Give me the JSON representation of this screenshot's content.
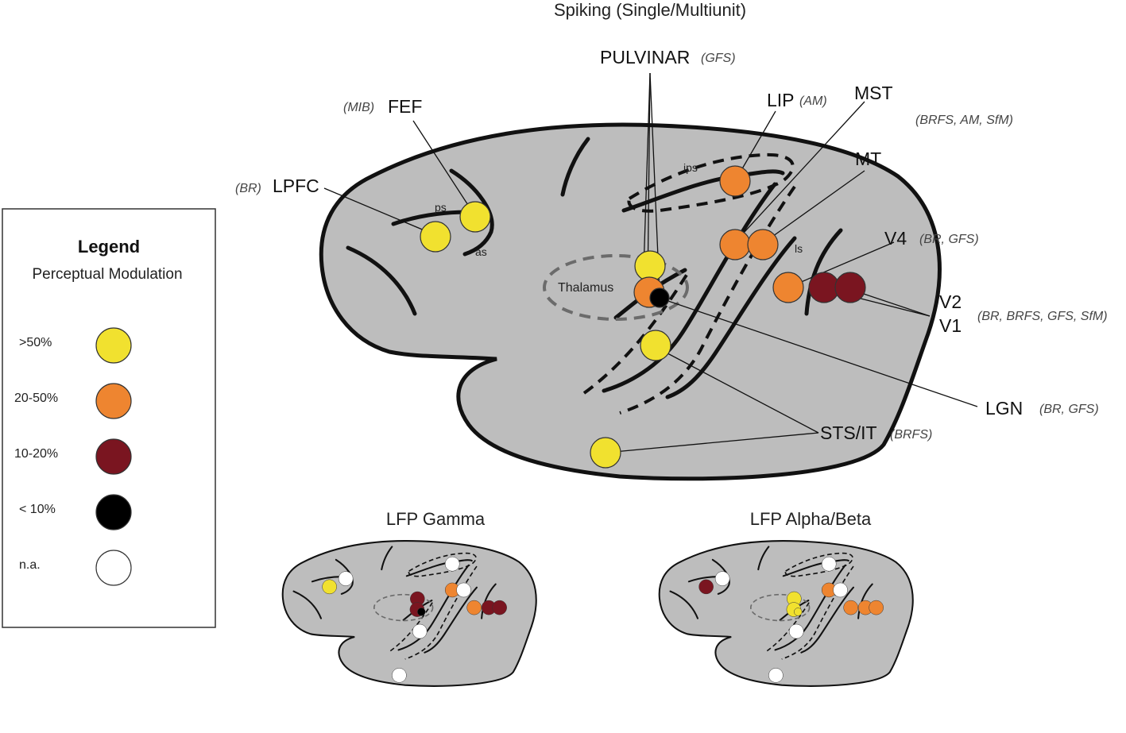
{
  "titles": {
    "spiking": "Spiking (Single/Multiunit)",
    "gamma": "LFP Gamma",
    "alpha_beta": "LFP Alpha/Beta"
  },
  "legend": {
    "title": "Legend",
    "subtitle": "Perceptual Modulation",
    "items": [
      {
        "label": ">50%",
        "color": "#f1e12f"
      },
      {
        "label": "20-50%",
        "color": "#ee8530"
      },
      {
        "label": "10-20%",
        "color": "#7a1520"
      },
      {
        "label": "< 10%",
        "color": "#000000"
      },
      {
        "label": "n.a.",
        "color": "#ffffff"
      }
    ]
  },
  "regions": {
    "pulvinar": {
      "name": "PULVINAR",
      "paradigm": "(GFS)"
    },
    "fef": {
      "name": "FEF",
      "paradigm": "(MIB)"
    },
    "lpfc": {
      "name": "LPFC",
      "paradigm": "(BR)"
    },
    "lip": {
      "name": "LIP",
      "paradigm": "(AM)"
    },
    "mst": {
      "name": "MST",
      "paradigm": "(BRFS, AM, SfM)"
    },
    "mt": {
      "name": "MT"
    },
    "v4": {
      "name": "V4",
      "paradigm": "(BR, GFS)"
    },
    "v2": {
      "name": "V2"
    },
    "v1": {
      "name": "V1",
      "paradigm": "(BR, BRFS, GFS, SfM)"
    },
    "lgn": {
      "name": "LGN",
      "paradigm": "(BR, GFS)"
    },
    "sts_it": {
      "name": "STS/IT",
      "paradigm": "(BRFS)"
    }
  },
  "sulcus_labels": {
    "ps": "ps",
    "as": "as",
    "ips": "ips",
    "ls": "ls",
    "thalamus": "Thalamus"
  },
  "colors": {
    "brain": "#bdbdbd",
    "outline": "#111111",
    "thalamus_dash": "#6b6b6b"
  },
  "maps": {
    "spiking": {
      "lpfc": ">50%",
      "fef": ">50%",
      "pulvinar": ">50%",
      "pulvinar_2": "20-50%",
      "lgn": "< 10%",
      "lip": "20-50%",
      "mst": "20-50%",
      "mt": "20-50%",
      "v4": "20-50%",
      "v2": "10-20%",
      "v1": "10-20%",
      "sts": ">50%",
      "it": ">50%"
    },
    "gamma": {
      "lpfc": ">50%",
      "fef": "n.a.",
      "pulvinar": "10-20%",
      "pulvinar_2": "10-20%",
      "lgn": "< 10%",
      "lip": "n.a.",
      "mst": "20-50%",
      "mt": "n.a.",
      "v4": "20-50%",
      "v2": "10-20%",
      "v1": "10-20%",
      "sts": "n.a.",
      "it": "n.a."
    },
    "alpha_beta": {
      "lpfc": "10-20%",
      "fef": "n.a.",
      "pulvinar": ">50%",
      "pulvinar_2": ">50%",
      "lgn": ">50%",
      "lip": "n.a.",
      "mst": "20-50%",
      "mt": "n.a.",
      "v4": "20-50%",
      "v2": "20-50%",
      "v1": "20-50%",
      "sts": "n.a.",
      "it": "n.a."
    }
  }
}
